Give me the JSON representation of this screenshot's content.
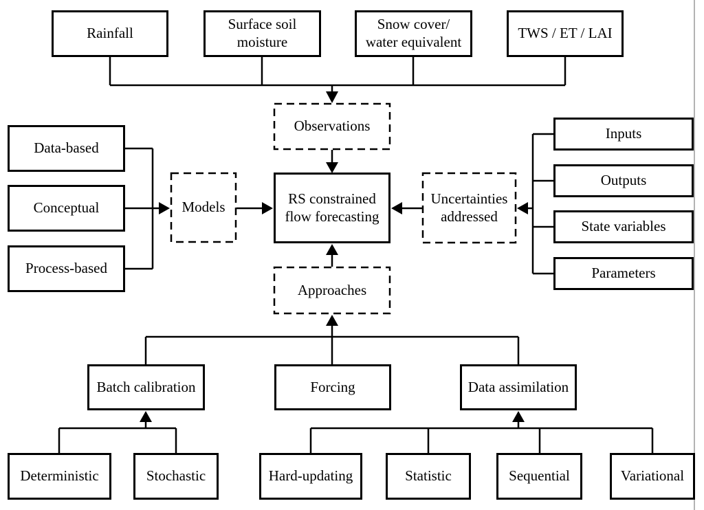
{
  "colors": {
    "line": "#000000",
    "background": "#ffffff",
    "page_edge_line": "#b3b3b3"
  },
  "sources": {
    "rainfall": {
      "label": "Rainfall"
    },
    "surface_soil_moisture": {
      "label": "Surface soil\nmoisture"
    },
    "snow_cover_water_equivalent": {
      "label": "Snow cover/\nwater equivalent"
    },
    "tws_et_lai": {
      "label": "TWS / ET / LAI"
    }
  },
  "hubs": {
    "observations": {
      "label": "Observations"
    },
    "models": {
      "label": "Models"
    },
    "center": {
      "label": "RS constrained\nflow forecasting"
    },
    "uncertainties_addressed": {
      "label": "Uncertainties\naddressed"
    },
    "approaches": {
      "label": "Approaches"
    }
  },
  "model_types": {
    "data_based": {
      "label": "Data-based"
    },
    "conceptual": {
      "label": "Conceptual"
    },
    "process_based": {
      "label": "Process-based"
    }
  },
  "uncertainty_sources": {
    "inputs": {
      "label": "Inputs"
    },
    "outputs": {
      "label": "Outputs"
    },
    "state_variables": {
      "label": "State variables"
    },
    "parameters": {
      "label": "Parameters"
    }
  },
  "approach_types": {
    "batch_calibration": {
      "label": "Batch calibration"
    },
    "forcing": {
      "label": "Forcing"
    },
    "data_assimilation": {
      "label": "Data assimilation"
    }
  },
  "calibration_types": {
    "deterministic": {
      "label": "Deterministic"
    },
    "stochastic": {
      "label": "Stochastic"
    }
  },
  "assimilation_types": {
    "hard_updating": {
      "label": "Hard-updating"
    },
    "statistic": {
      "label": "Statistic"
    },
    "sequential": {
      "label": "Sequential"
    },
    "variational": {
      "label": "Variational"
    }
  }
}
